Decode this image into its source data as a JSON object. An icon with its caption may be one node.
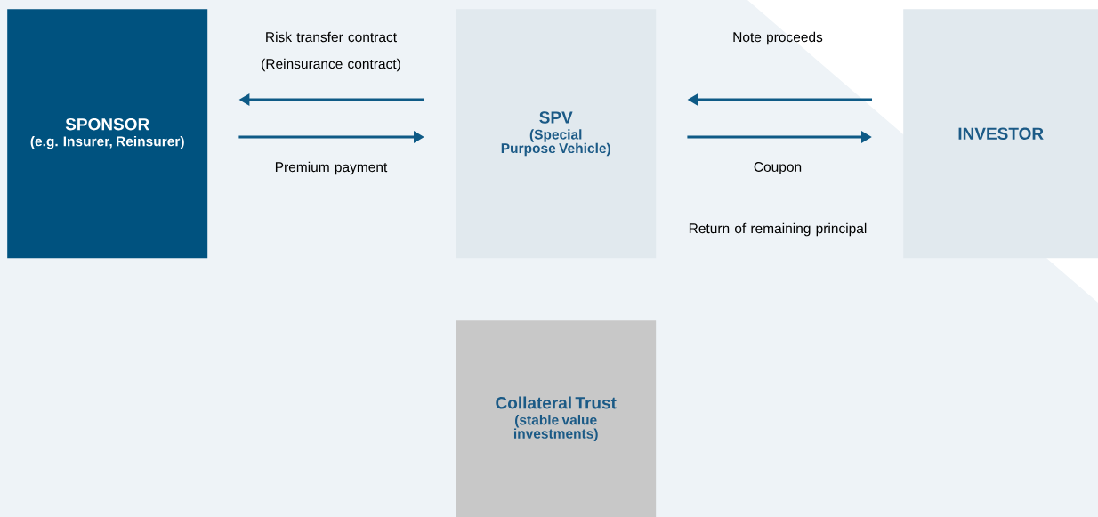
{
  "diagram": {
    "nodes": [
      {
        "text": [
          "SPONSOR",
          "(e.g. Insurer, Reinsurer)"
        ]
      },
      {
        "text": [
          "SPV",
          "(Special Purpose Vehicle)"
        ]
      },
      {
        "text": [
          "INVESTOR"
        ]
      },
      {
        "text": [
          "Collateral Trust",
          "(stable value investments)"
        ]
      }
    ],
    "edges": [
      {
        "from": 1,
        "to": 0,
        "arrow": "to",
        "label": "Risk transfer contract (Reinsurance contract)"
      },
      {
        "from": 0,
        "to": 1,
        "arrow": "to",
        "label": "Premium payment"
      },
      {
        "from": 2,
        "to": 1,
        "arrow": "to",
        "label": "Note proceeds"
      },
      {
        "from": 1,
        "to": 2,
        "arrow": "to",
        "label": "Coupon"
      }
    ],
    "labels": [
      "Return of remaining principal"
    ]
  }
}
